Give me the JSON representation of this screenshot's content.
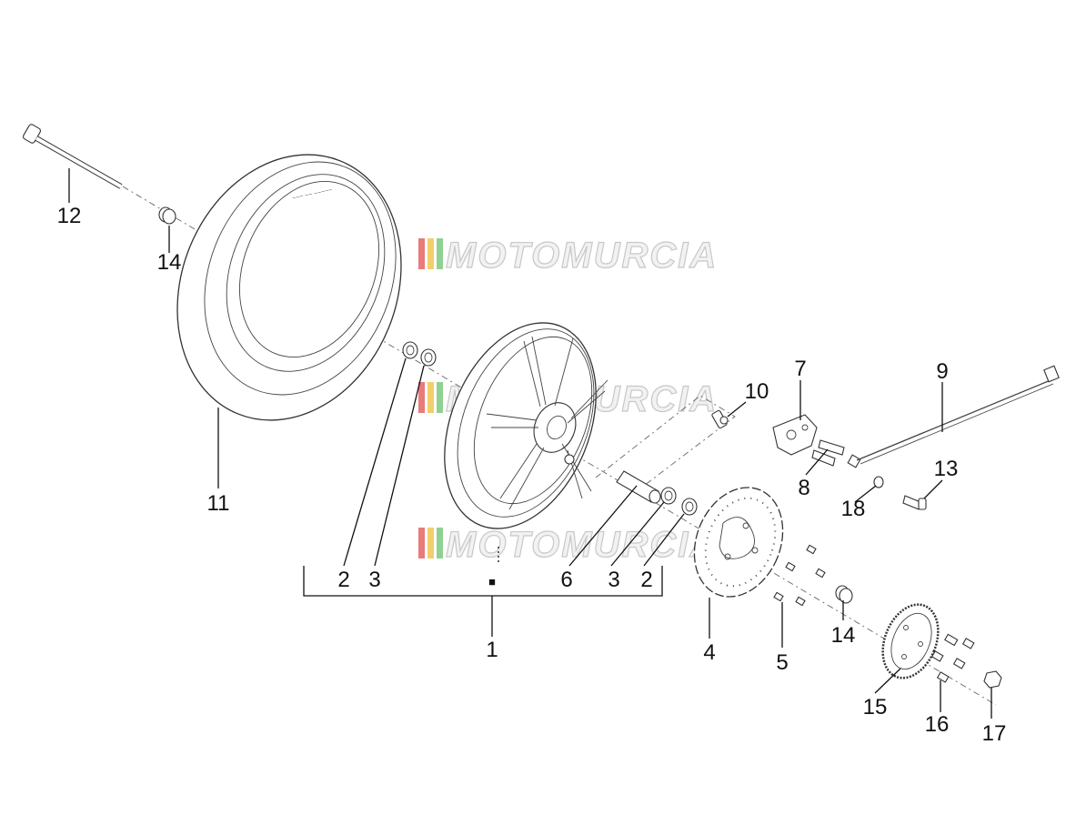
{
  "watermark": {
    "text": "MOTOMURCIA",
    "stripe_colors": [
      "#e97b7b",
      "#f2cf6a",
      "#8fd18f"
    ]
  },
  "callouts": [
    {
      "id": "c1",
      "label": "1"
    },
    {
      "id": "c2a",
      "label": "2"
    },
    {
      "id": "c3a",
      "label": "3"
    },
    {
      "id": "c6",
      "label": "6"
    },
    {
      "id": "c3b",
      "label": "3"
    },
    {
      "id": "c2b",
      "label": "2"
    },
    {
      "id": "c4",
      "label": "4"
    },
    {
      "id": "c5",
      "label": "5"
    },
    {
      "id": "c7",
      "label": "7"
    },
    {
      "id": "c8",
      "label": "8"
    },
    {
      "id": "c9",
      "label": "9"
    },
    {
      "id": "c10",
      "label": "10"
    },
    {
      "id": "c11",
      "label": "11"
    },
    {
      "id": "c12",
      "label": "12"
    },
    {
      "id": "c13",
      "label": "13"
    },
    {
      "id": "c14a",
      "label": "14"
    },
    {
      "id": "c14b",
      "label": "14"
    },
    {
      "id": "c15",
      "label": "15"
    },
    {
      "id": "c16",
      "label": "16"
    },
    {
      "id": "c17",
      "label": "17"
    },
    {
      "id": "c18",
      "label": "18"
    }
  ],
  "kit_marker": "■"
}
